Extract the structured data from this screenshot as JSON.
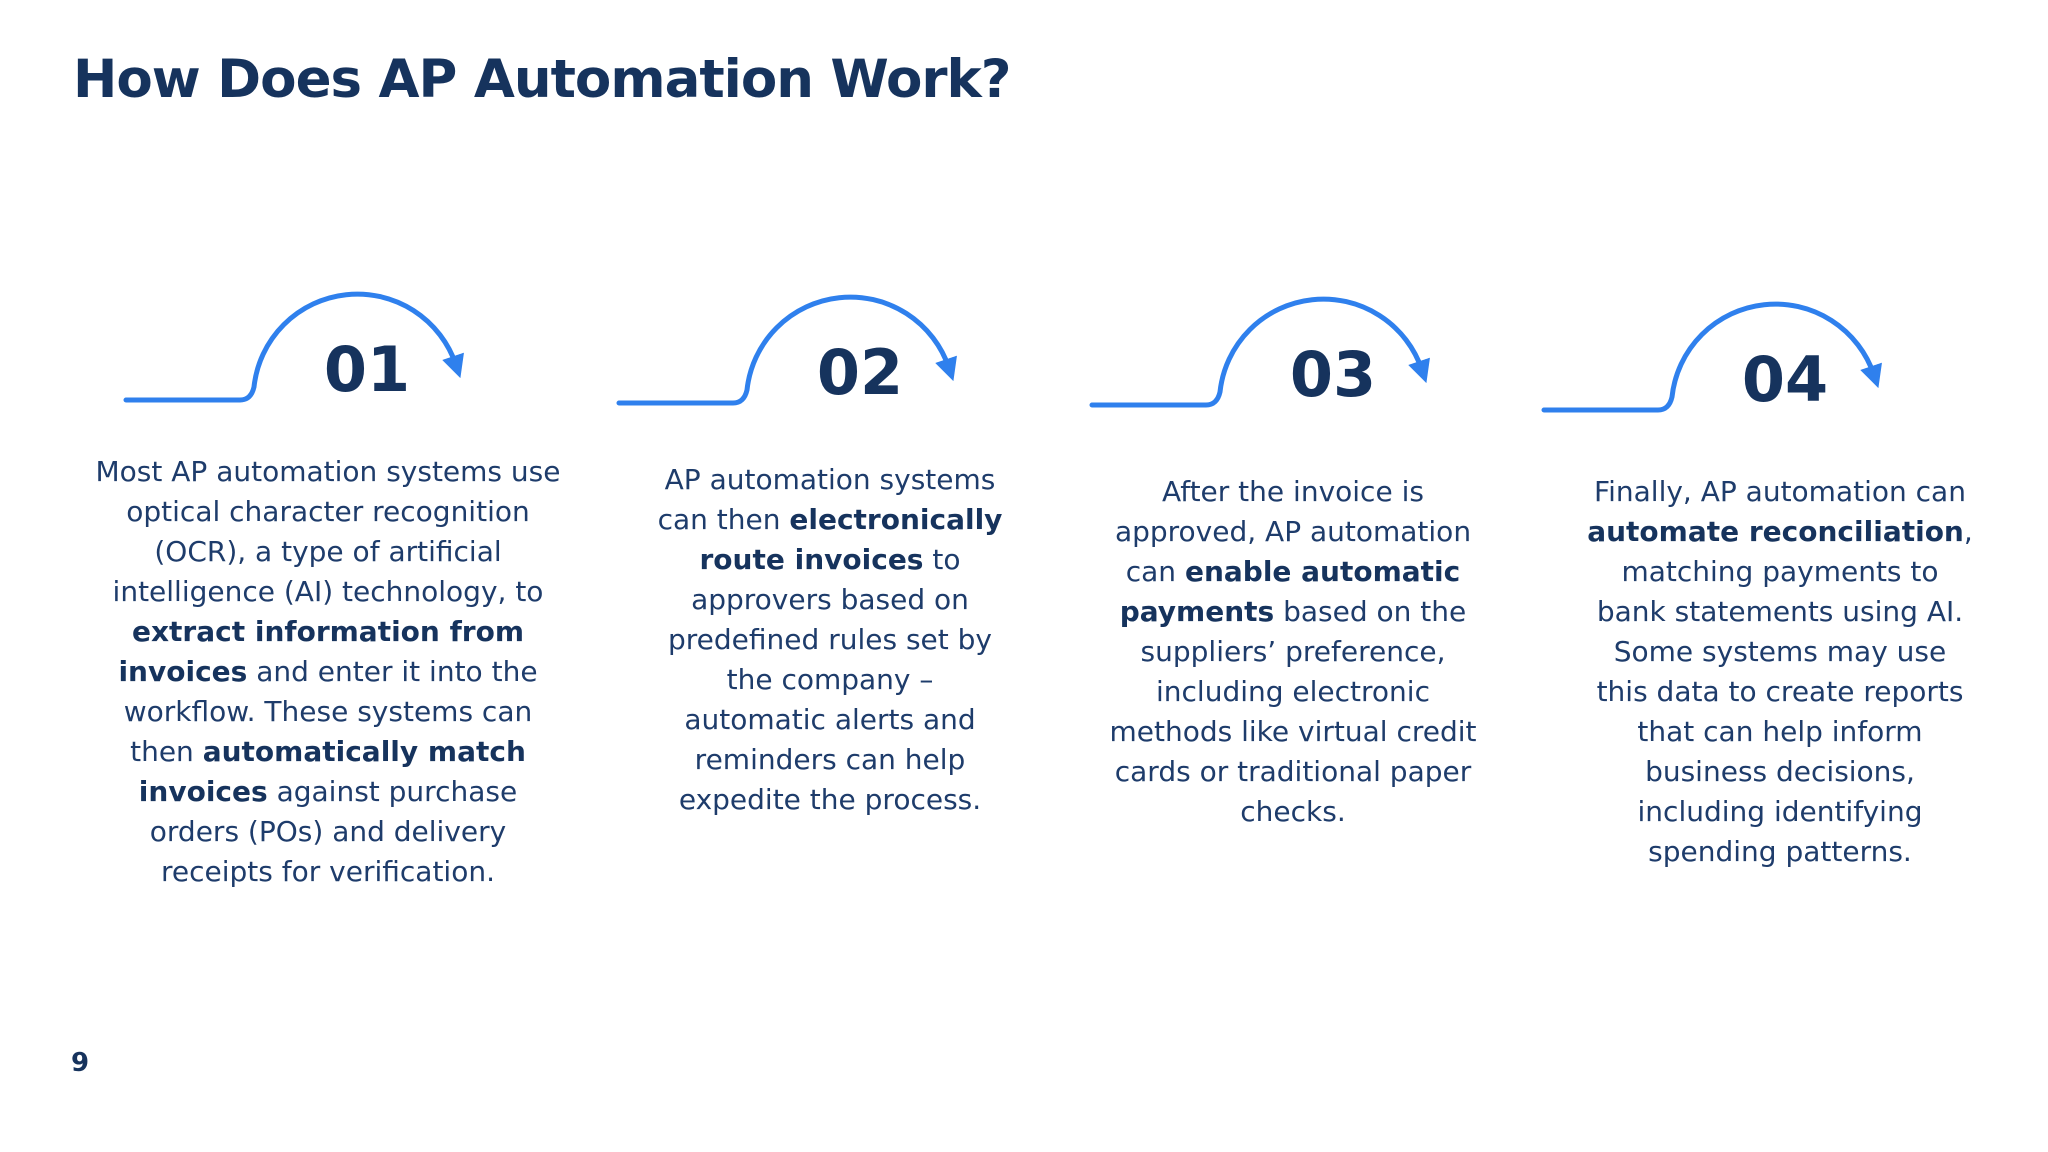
{
  "page": {
    "title": "How Does AP Automation Work?",
    "page_number": "9"
  },
  "colors": {
    "accent_blue": "#2F80ED",
    "navy_dark": "#16335D",
    "navy_body": "#1E3C6B",
    "background": "#FFFFFF"
  },
  "icons": {
    "step_arrow": "curved-arrow-down-icon"
  },
  "steps": [
    {
      "number": "01",
      "paragraph": [
        [
          {
            "t": "Most AP automation systems use"
          }
        ],
        [
          {
            "t": "optical character recognition"
          }
        ],
        [
          {
            "t": "(OCR), a type of artificial"
          }
        ],
        [
          {
            "t": "intelligence (AI) technology, to"
          }
        ],
        [
          {
            "t": "extract information from",
            "b": true
          }
        ],
        [
          {
            "t": "invoices",
            "b": true
          },
          {
            "t": " and enter it into the"
          }
        ],
        [
          {
            "t": "workflow. These systems can"
          }
        ],
        [
          {
            "t": "then "
          },
          {
            "t": "automatically match",
            "b": true
          }
        ],
        [
          {
            "t": "invoices",
            "b": true
          },
          {
            "t": " against purchase"
          }
        ],
        [
          {
            "t": "orders (POs) and delivery"
          }
        ],
        [
          {
            "t": "receipts for verification."
          }
        ]
      ]
    },
    {
      "number": "02",
      "paragraph": [
        [
          {
            "t": "AP automation systems"
          }
        ],
        [
          {
            "t": "can then "
          },
          {
            "t": "electronically",
            "b": true
          }
        ],
        [
          {
            "t": "route invoices",
            "b": true
          },
          {
            "t": " to"
          }
        ],
        [
          {
            "t": "approvers based on"
          }
        ],
        [
          {
            "t": "predefined rules set by"
          }
        ],
        [
          {
            "t": "the company –"
          }
        ],
        [
          {
            "t": "automatic alerts and"
          }
        ],
        [
          {
            "t": "reminders can help"
          }
        ],
        [
          {
            "t": "expedite the process."
          }
        ]
      ]
    },
    {
      "number": "03",
      "paragraph": [
        [
          {
            "t": "After the invoice is"
          }
        ],
        [
          {
            "t": "approved, AP automation"
          }
        ],
        [
          {
            "t": "can "
          },
          {
            "t": "enable automatic",
            "b": true
          }
        ],
        [
          {
            "t": "payments",
            "b": true
          },
          {
            "t": " based on the"
          }
        ],
        [
          {
            "t": "suppliers’ preference,"
          }
        ],
        [
          {
            "t": "including electronic"
          }
        ],
        [
          {
            "t": "methods like virtual credit"
          }
        ],
        [
          {
            "t": "cards or traditional paper"
          }
        ],
        [
          {
            "t": "checks."
          }
        ]
      ]
    },
    {
      "number": "04",
      "paragraph": [
        [
          {
            "t": "Finally, AP automation can"
          }
        ],
        [
          {
            "t": "automate reconciliation",
            "b": true
          },
          {
            "t": ","
          }
        ],
        [
          {
            "t": "matching payments to"
          }
        ],
        [
          {
            "t": "bank statements using AI."
          }
        ],
        [
          {
            "t": "Some systems may use"
          }
        ],
        [
          {
            "t": "this data to create reports"
          }
        ],
        [
          {
            "t": "that can help inform"
          }
        ],
        [
          {
            "t": "business decisions,"
          }
        ],
        [
          {
            "t": "including identifying"
          }
        ],
        [
          {
            "t": "spending patterns."
          }
        ]
      ]
    }
  ]
}
